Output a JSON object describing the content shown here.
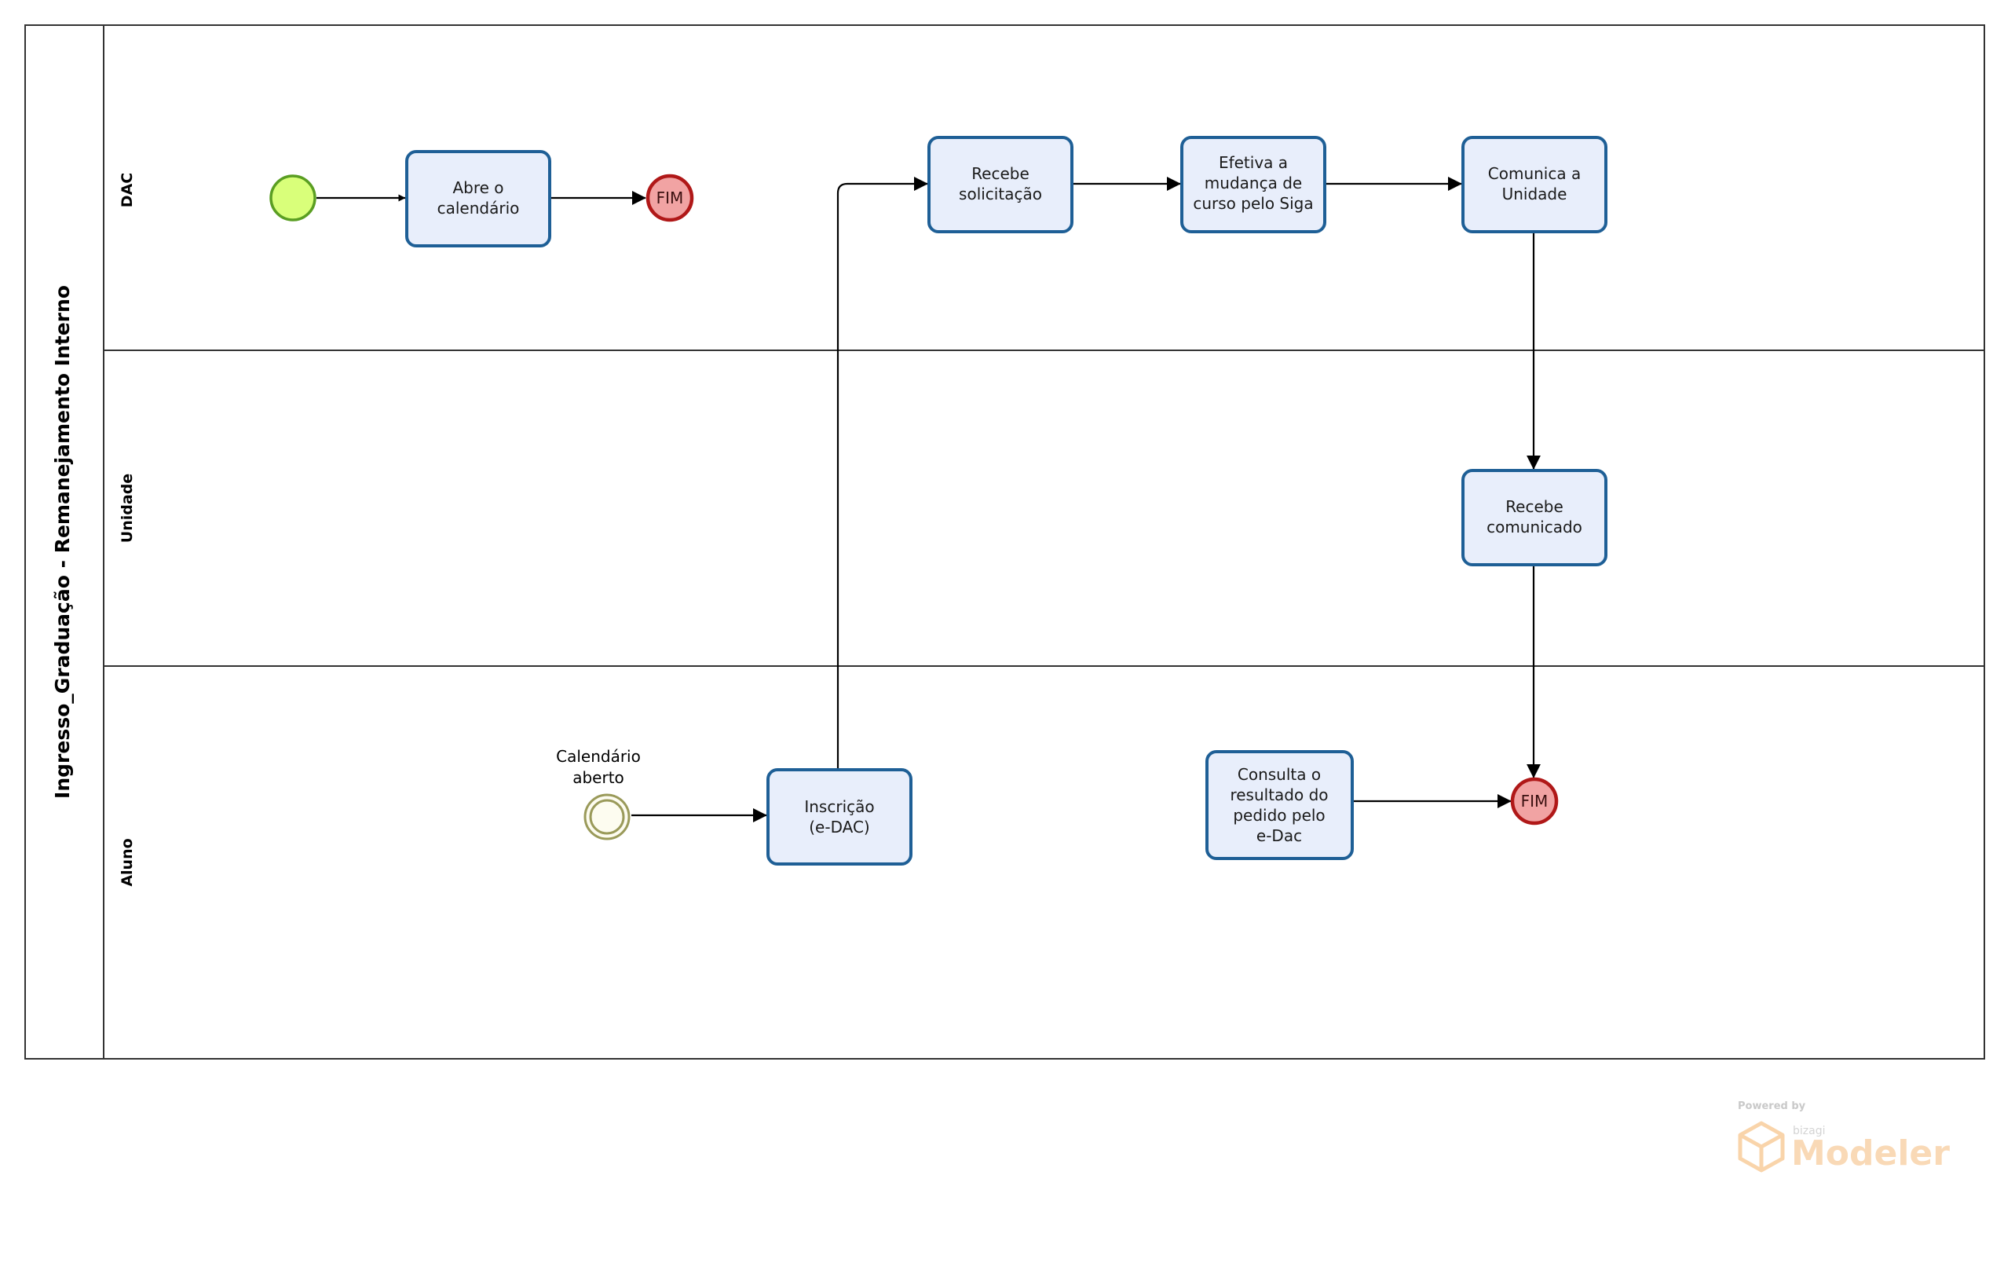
{
  "pool": {
    "title": "Ingresso_Graduação - Remanejamento Interno"
  },
  "lanes": [
    {
      "id": "dac",
      "label": "DAC"
    },
    {
      "id": "unidade",
      "label": "Unidade"
    },
    {
      "id": "aluno",
      "label": "Aluno"
    }
  ],
  "tasks": [
    {
      "id": "abre-calendario",
      "lines": [
        "Abre o",
        "calendário"
      ]
    },
    {
      "id": "recebe-solicitacao",
      "lines": [
        "Recebe",
        "solicitação"
      ]
    },
    {
      "id": "efetiva-mudanca",
      "lines": [
        "Efetiva a",
        "mudança de",
        "curso pelo Siga"
      ]
    },
    {
      "id": "comunica-unidade",
      "lines": [
        "Comunica a",
        "Unidade"
      ]
    },
    {
      "id": "recebe-comunicado",
      "lines": [
        "Recebe",
        "comunicado"
      ]
    },
    {
      "id": "inscricao",
      "lines": [
        "Inscrição",
        "(e-DAC)"
      ]
    },
    {
      "id": "consulta-resultado",
      "lines": [
        "Consulta o",
        "resultado do",
        "pedido pelo",
        "e-Dac"
      ]
    }
  ],
  "events": {
    "start": {
      "id": "start"
    },
    "end_dac": {
      "id": "end-dac",
      "label": "FIM"
    },
    "end_aluno": {
      "id": "end-aluno",
      "label": "FIM"
    },
    "intermediate": {
      "id": "calendario-aberto",
      "label_lines": [
        "Calendário",
        "aberto"
      ]
    }
  },
  "branding": {
    "powered_by": "Powered by",
    "vendor": "bizagi",
    "product": "Modeler"
  }
}
